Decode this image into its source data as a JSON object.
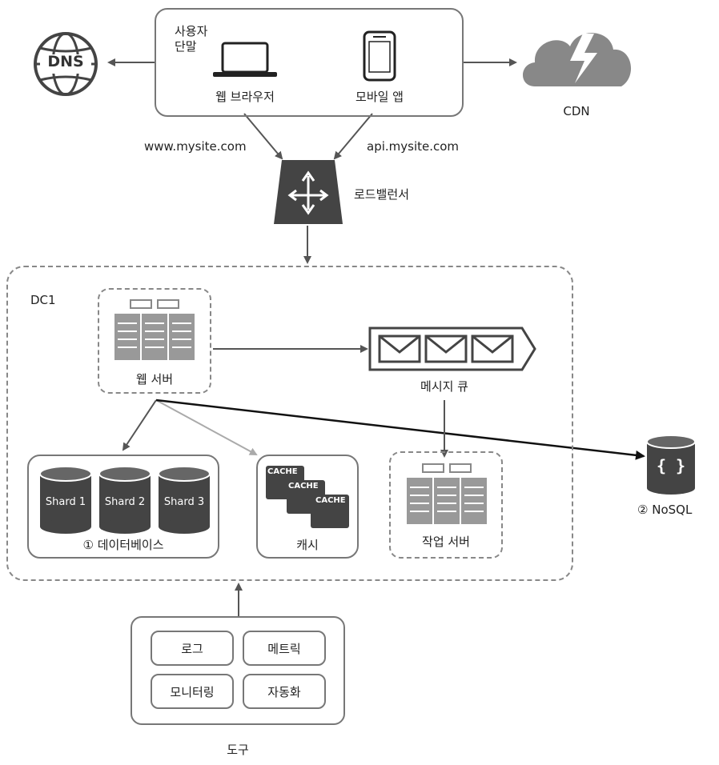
{
  "client": {
    "group_label_line1": "사용자",
    "group_label_line2": "단말",
    "web_browser": "웹 브라우저",
    "mobile_app": "모바일 앱"
  },
  "dns": {
    "label": "DNS"
  },
  "cdn": {
    "label": "CDN"
  },
  "urls": {
    "web": "www.mysite.com",
    "api": "api.mysite.com"
  },
  "load_balancer": {
    "label": "로드밸런서"
  },
  "dc": {
    "label": "DC1",
    "web_server": "웹 서버",
    "message_queue": "메시지 큐",
    "worker_server": "작업 서버",
    "database": {
      "label": "데이터베이스",
      "marker": "①",
      "shards": [
        "Shard 1",
        "Shard 2",
        "Shard 3"
      ]
    },
    "cache": {
      "label": "캐시",
      "tags": [
        "CACHE",
        "CACHE",
        "CACHE"
      ]
    }
  },
  "nosql": {
    "label": "NoSQL",
    "marker": "②",
    "glyph": "{ }"
  },
  "tools": {
    "label": "도구",
    "items": [
      "로그",
      "메트릭",
      "모니터링",
      "자동화"
    ]
  }
}
